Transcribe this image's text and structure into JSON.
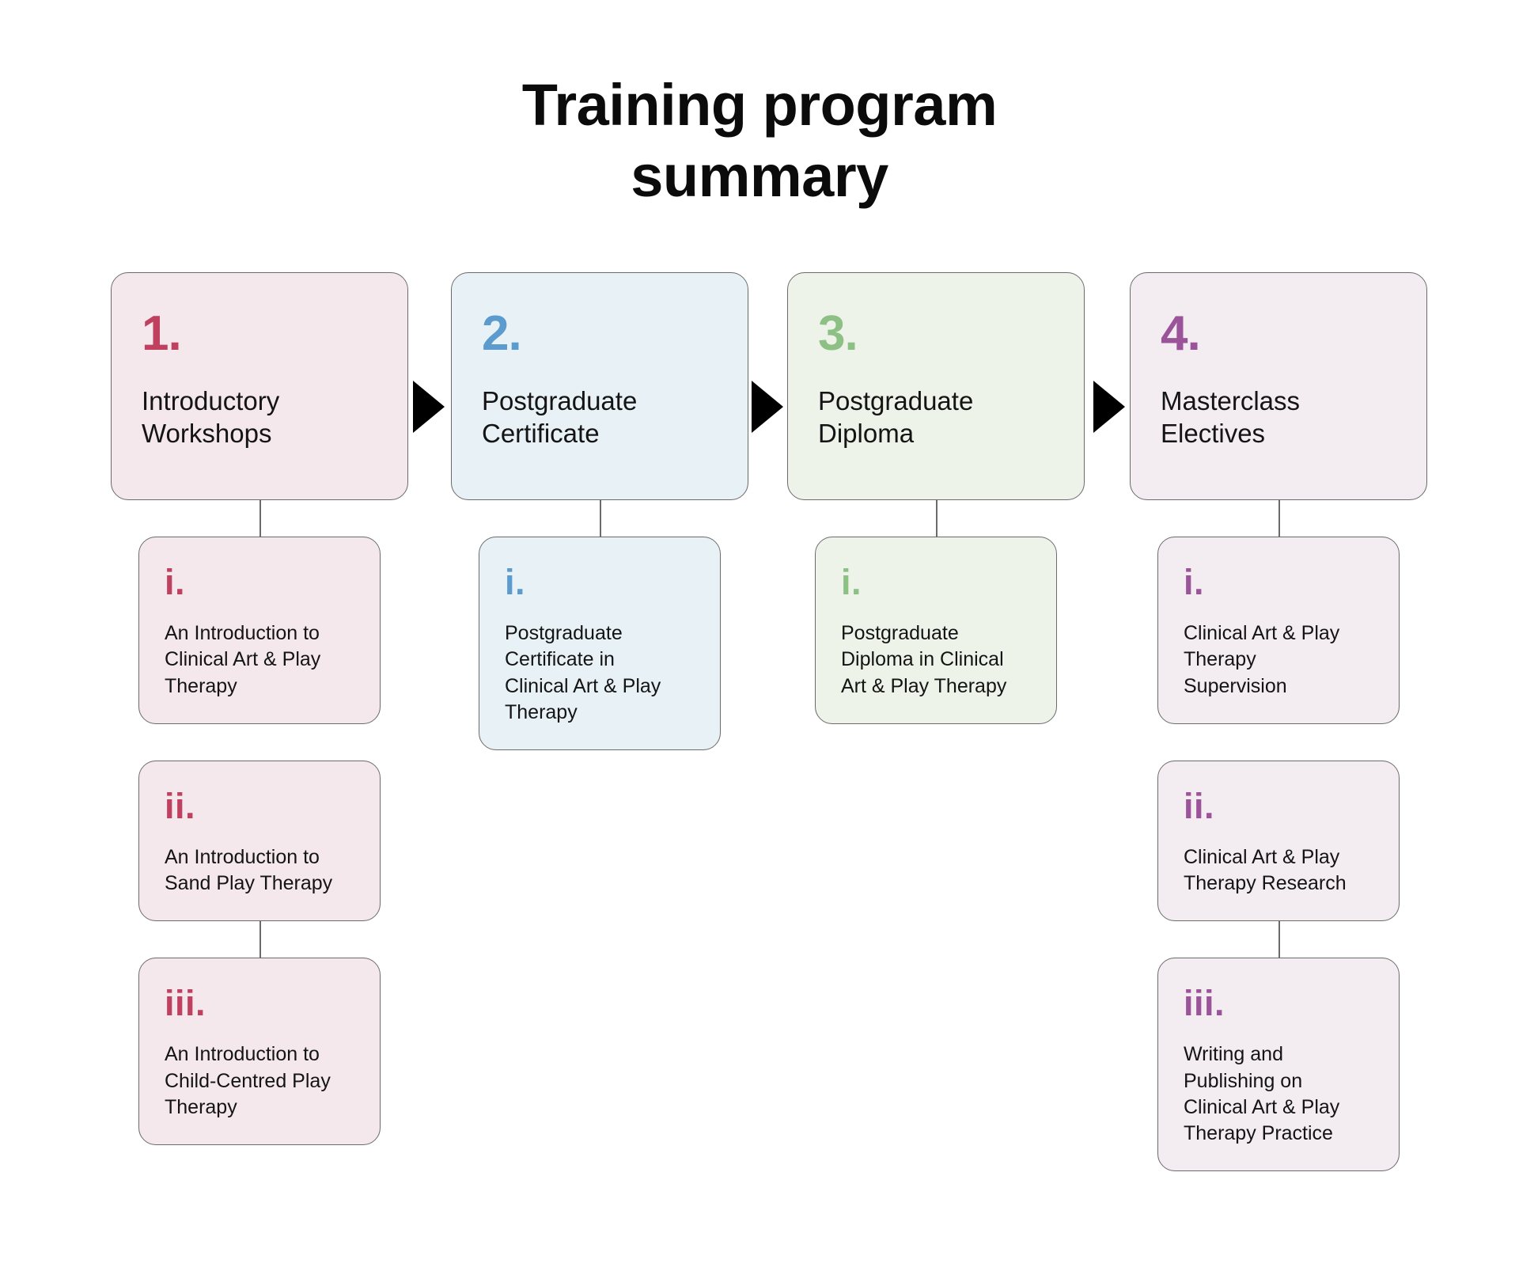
{
  "title": {
    "line1": "Training program",
    "line2": "summary"
  },
  "colors": {
    "stage1_accent": "#c0405f",
    "stage1_fill": "#f4e8ed",
    "stage2_accent": "#5b9bce",
    "stage2_fill": "#e8f1f6",
    "stage3_accent": "#8cc084",
    "stage3_fill": "#eef3ea",
    "stage4_accent": "#9b539a",
    "stage4_fill": "#f3ecf1",
    "border": "#6b6b6b",
    "arrow": "#000000",
    "text": "#141414",
    "background": "#ffffff"
  },
  "stages": [
    {
      "number": "1.",
      "label": "Introductory\nWorkshops",
      "items": [
        {
          "numeral": "i.",
          "text": "An Introduction to\nClinical Art & Play\nTherapy"
        },
        {
          "numeral": "ii.",
          "text": "An Introduction to\nSand Play Therapy"
        },
        {
          "numeral": "iii.",
          "text": "An Introduction to\nChild-Centred Play\nTherapy"
        }
      ]
    },
    {
      "number": "2.",
      "label": "Postgraduate\nCertificate",
      "items": [
        {
          "numeral": "i.",
          "text": "Postgraduate\nCertificate in\nClinical Art & Play\nTherapy"
        }
      ]
    },
    {
      "number": "3.",
      "label": "Postgraduate\nDiploma",
      "items": [
        {
          "numeral": "i.",
          "text": "Postgraduate\nDiploma in Clinical\nArt & Play Therapy"
        }
      ]
    },
    {
      "number": "4.",
      "label": "Masterclass\nElectives",
      "items": [
        {
          "numeral": "i.",
          "text": "Clinical Art & Play\nTherapy\nSupervision"
        },
        {
          "numeral": "ii.",
          "text": "Clinical Art & Play\nTherapy Research"
        },
        {
          "numeral": "iii.",
          "text": "Writing and\nPublishing on\nClinical Art & Play\nTherapy Practice"
        }
      ]
    }
  ],
  "arrows": [
    {
      "name": "arrow-stage1-to-stage2"
    },
    {
      "name": "arrow-stage2-to-stage3"
    },
    {
      "name": "arrow-stage3-to-stage4"
    }
  ]
}
